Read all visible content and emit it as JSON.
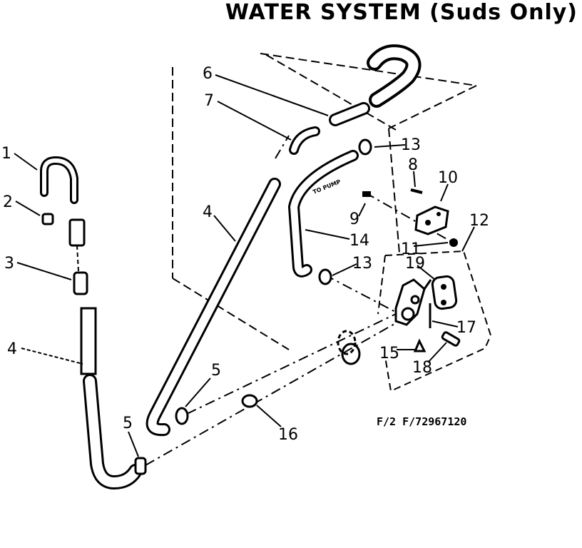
{
  "title": "WATER SYSTEM (Suds Only)",
  "part_ref": "F/2 F/72967120",
  "hose_label": "TO PUMP",
  "callouts": [
    {
      "key": "c1",
      "label": "1"
    },
    {
      "key": "c2",
      "label": "2"
    },
    {
      "key": "c3",
      "label": "3"
    },
    {
      "key": "c4a",
      "label": "4"
    },
    {
      "key": "c4b",
      "label": "4"
    },
    {
      "key": "c5a",
      "label": "5"
    },
    {
      "key": "c5b",
      "label": "5"
    },
    {
      "key": "c6",
      "label": "6"
    },
    {
      "key": "c7",
      "label": "7"
    },
    {
      "key": "c8",
      "label": "8"
    },
    {
      "key": "c9",
      "label": "9"
    },
    {
      "key": "c10",
      "label": "10"
    },
    {
      "key": "c11",
      "label": "11"
    },
    {
      "key": "c12",
      "label": "12"
    },
    {
      "key": "c13a",
      "label": "13"
    },
    {
      "key": "c13b",
      "label": "13"
    },
    {
      "key": "c14",
      "label": "14"
    },
    {
      "key": "c15",
      "label": "15"
    },
    {
      "key": "c16",
      "label": "16"
    },
    {
      "key": "c17",
      "label": "17"
    },
    {
      "key": "c18",
      "label": "18"
    },
    {
      "key": "c19",
      "label": "19"
    }
  ]
}
